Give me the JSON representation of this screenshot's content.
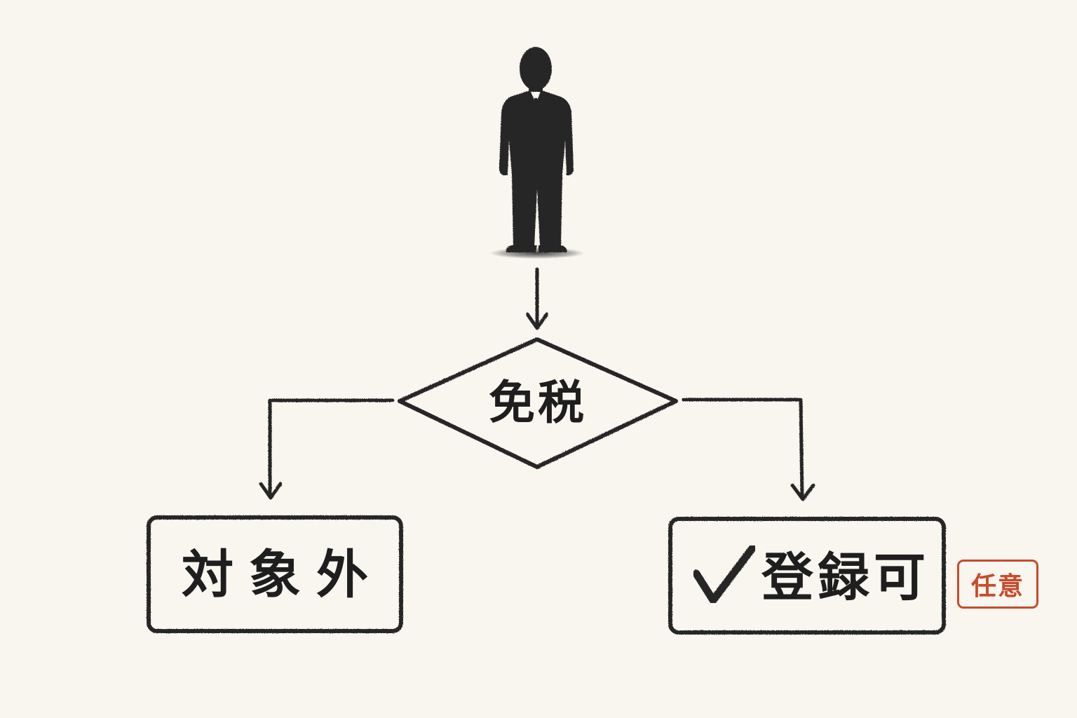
{
  "diagram": {
    "decision": {
      "label": "免税"
    },
    "left_result": {
      "label": "対象外"
    },
    "right_result": {
      "label": "登録可",
      "check_icon": "check-mark-icon"
    },
    "stamp": {
      "label": "任意",
      "color": "#c94a2c"
    }
  },
  "colors": {
    "background": "#f8f6ef",
    "ink": "#262626",
    "stamp": "#c94a2c"
  }
}
